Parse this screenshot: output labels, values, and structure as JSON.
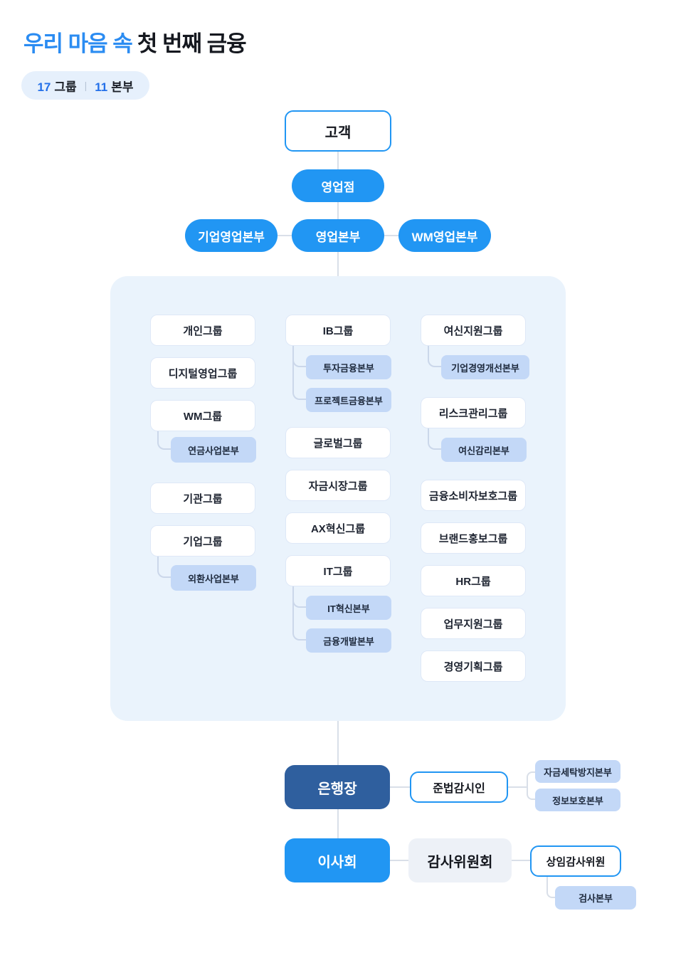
{
  "colors": {
    "accent_blue": "#2196f3",
    "navy": "#2f5f9e",
    "title_blue": "#2b8cf2",
    "panel_bg": "#eaf3fc",
    "sub_box_bg": "#c3d8f7",
    "badge_bg": "#e6f0fc"
  },
  "header": {
    "title_highlight": "우리 마음 속",
    "title_rest": "첫 번째 금융",
    "badge": {
      "group_count": "17",
      "group_label": "그룹",
      "divider": "|",
      "hq_count": "11",
      "hq_label": "본부"
    }
  },
  "flow": {
    "customer": "고객",
    "branch": "영업점",
    "corp_sales_hq": "기업영업본부",
    "sales_hq": "영업본부",
    "wm_sales_hq": "WM영업본부"
  },
  "panel": {
    "col1": {
      "personal": "개인그룹",
      "digital_sales": "디지털영업그룹",
      "wm": "WM그룹",
      "pension_hq": "연금사업본부",
      "institution": "기관그룹",
      "corporate": "기업그룹",
      "fx_hq": "외환사업본부"
    },
    "col2": {
      "ib": "IB그룹",
      "investment_finance_hq": "투자금융본부",
      "project_finance_hq": "프로젝트금융본부",
      "global": "글로벌그룹",
      "treasury": "자금시장그룹",
      "ax_innovation": "AX혁신그룹",
      "it": "IT그룹",
      "it_innovation_hq": "IT혁신본부",
      "finance_dev_hq": "금융개발본부"
    },
    "col3": {
      "credit_support": "여신지원그룹",
      "corp_mgmt_improvement_hq": "기업경영개선본부",
      "risk_mgmt": "리스크관리그룹",
      "credit_review_hq": "여신감리본부",
      "consumer_protection": "금융소비자보호그룹",
      "brand_pr": "브랜드홍보그룹",
      "hr": "HR그룹",
      "biz_support": "업무지원그룹",
      "mgmt_planning": "경영기획그룹"
    }
  },
  "bottom": {
    "president": "은행장",
    "compliance_officer": "준법감시인",
    "aml_hq": "자금세탁방지본부",
    "infosec_hq": "정보보호본부",
    "board": "이사회",
    "audit_committee": "감사위원회",
    "standing_auditor": "상임감사위원",
    "inspection_hq": "검사본부"
  }
}
